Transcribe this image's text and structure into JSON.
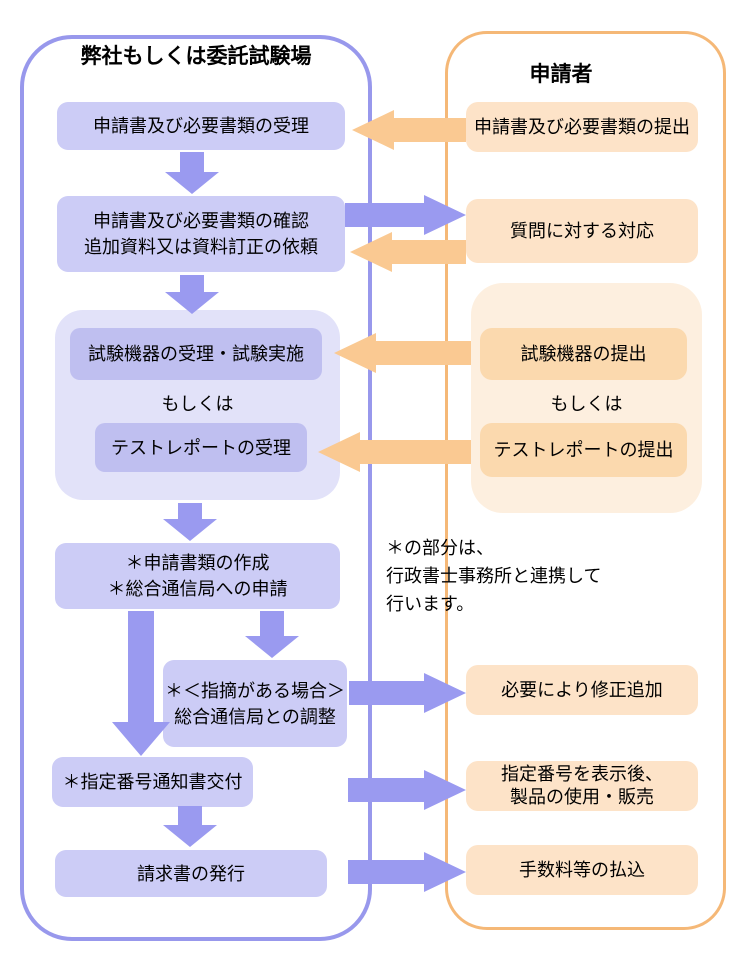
{
  "colors": {
    "purple_border": "#9898ec",
    "purple_arrow": "#9a9af0",
    "purple_box": "#ccccf6",
    "purple_box_inner": "#bfbff0",
    "purple_group_bg": "#e2e2f9",
    "orange_border": "#f5b877",
    "orange_arrow": "#fac992",
    "orange_box": "#fde3c8",
    "orange_box_inner": "#fbd9ae",
    "orange_group_bg": "#fdefdf",
    "text": "#000000",
    "background": "#ffffff"
  },
  "left_panel": {
    "title": "弊社もしくは委託試験場",
    "box_receipt": "申請書及び必要書類の受理",
    "box_confirm_line1": "申請書及び必要書類の確認",
    "box_confirm_line2": "追加資料又は資料訂正の依頼",
    "group_equipment": "試験機器の受理・試験実施",
    "group_or": "もしくは",
    "group_test_report": "テストレポートの受理",
    "box_create_line1": "＊申請書類の作成",
    "box_create_line2": "＊総合通信局への申請",
    "box_adjust_line1": "＊＜指摘がある場合＞",
    "box_adjust_line2": "総合通信局との調整",
    "box_notice": "＊指定番号通知書交付",
    "box_invoice": "請求書の発行"
  },
  "right_panel": {
    "title": "申請者",
    "box_submit": "申請書及び必要書類の提出",
    "box_questions": "質問に対する対応",
    "group_equipment": "試験機器の提出",
    "group_or": "もしくは",
    "group_test_report": "テストレポートの提出",
    "box_revision": "必要により修正追加",
    "box_use_line1": "指定番号を表示後、",
    "box_use_line2": "製品の使用・販売",
    "box_payment": "手数料等の払込"
  },
  "note": {
    "line1": "＊の部分は、",
    "line2": "行政書士事務所と連携して",
    "line3": "行います。"
  }
}
